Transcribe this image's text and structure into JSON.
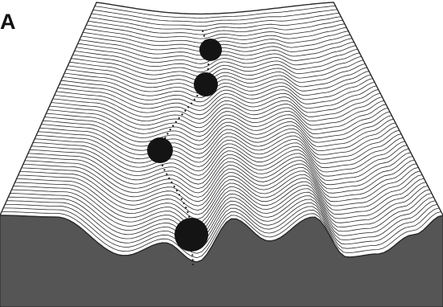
{
  "figure": {
    "panel_label": "A",
    "colors": {
      "contour": "#2a2a2a",
      "surface": "#ffffff",
      "cross_section": "#555555",
      "ball": "#141414",
      "path": "#1a1a1a"
    },
    "icons": [
      "energy-landscape-surface",
      "ball-marker"
    ]
  }
}
